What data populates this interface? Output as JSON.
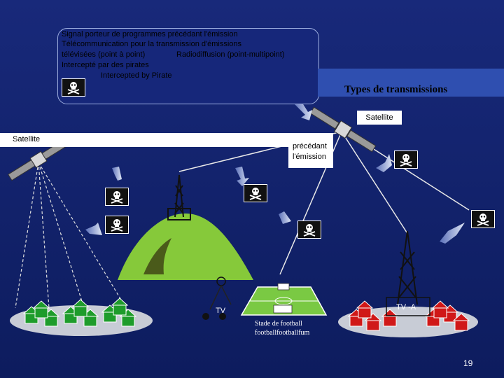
{
  "slide": {
    "background": "#12236e",
    "accent_blue": "#2f4fb0",
    "title": "Types de transmissions",
    "page_number": "19"
  },
  "callout": {
    "lines": [
      "Signal porteur de programmes précédant l'émission",
      "Télécommunication pour la transmission d'émissions",
      "télévisées (point à point)",
      "Radiodiffusion (point-multipoint)",
      "Intercepté par des pirates",
      "Intercepted by Pirate"
    ]
  },
  "labels": {
    "satellite_left": "Satellite",
    "satellite_right": "Satellite",
    "precedent_line1": "précédant",
    "precedent_line2": "l'émission",
    "tv_left": "TV",
    "tv_right": "TV -A",
    "stadium_line1": "Stade de football",
    "stadium_line2": "footballfootballfum"
  },
  "icons": {
    "pirate_flag": "pirate-flag-icon",
    "satellite": "satellite-icon",
    "transmitter_tower": "transmitter-tower-icon",
    "house": "house-icon",
    "football_field": "football-field-icon"
  },
  "colors": {
    "hill": "#86c93a",
    "hill_shadow": "#4a5a1a",
    "house_green": "#1e9c2b",
    "house_red": "#d01818",
    "field": "#7ac943",
    "beam": "#e8e8e8"
  }
}
